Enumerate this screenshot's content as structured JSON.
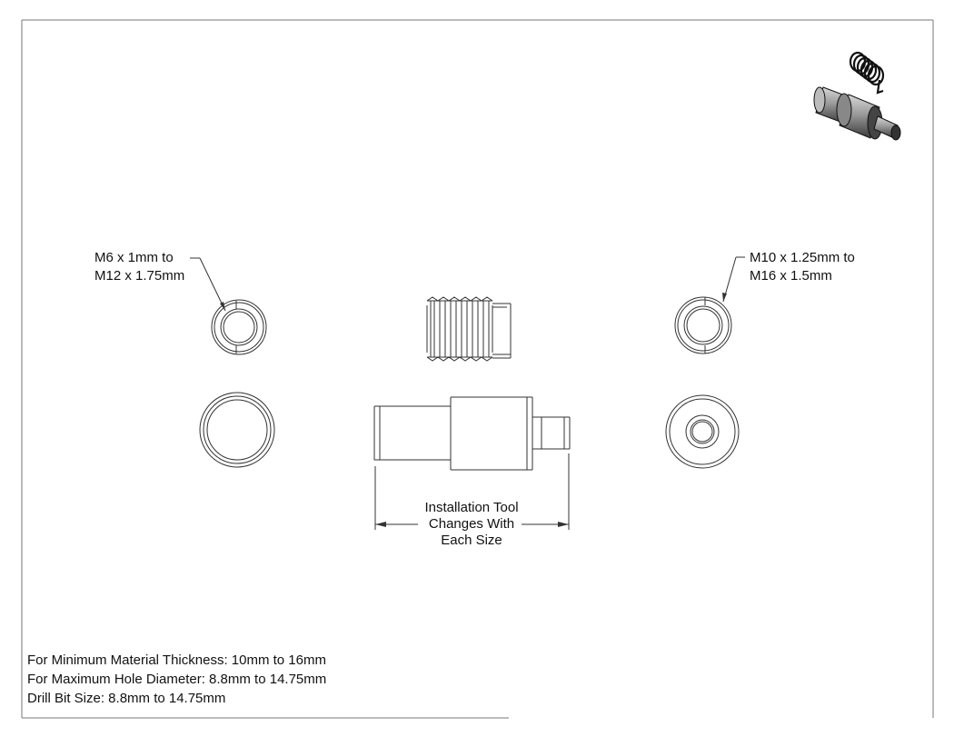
{
  "callouts": {
    "left_line1": "M6 x 1mm to",
    "left_line2": "M12 x 1.75mm",
    "right_line1": "M10 x 1.25mm to",
    "right_line2": "M16 x 1.5mm"
  },
  "dimension": {
    "line1": "Installation Tool",
    "line2": "Changes With",
    "line3": "Each Size"
  },
  "notes": [
    "For Minimum Material Thickness: 10mm to 16mm",
    "For Maximum Hole Diameter: 8.8mm to 14.75mm",
    "Drill Bit Size: 8.8mm to 14.75mm"
  ],
  "colors": {
    "line": "#333333",
    "frame": "#555555"
  }
}
